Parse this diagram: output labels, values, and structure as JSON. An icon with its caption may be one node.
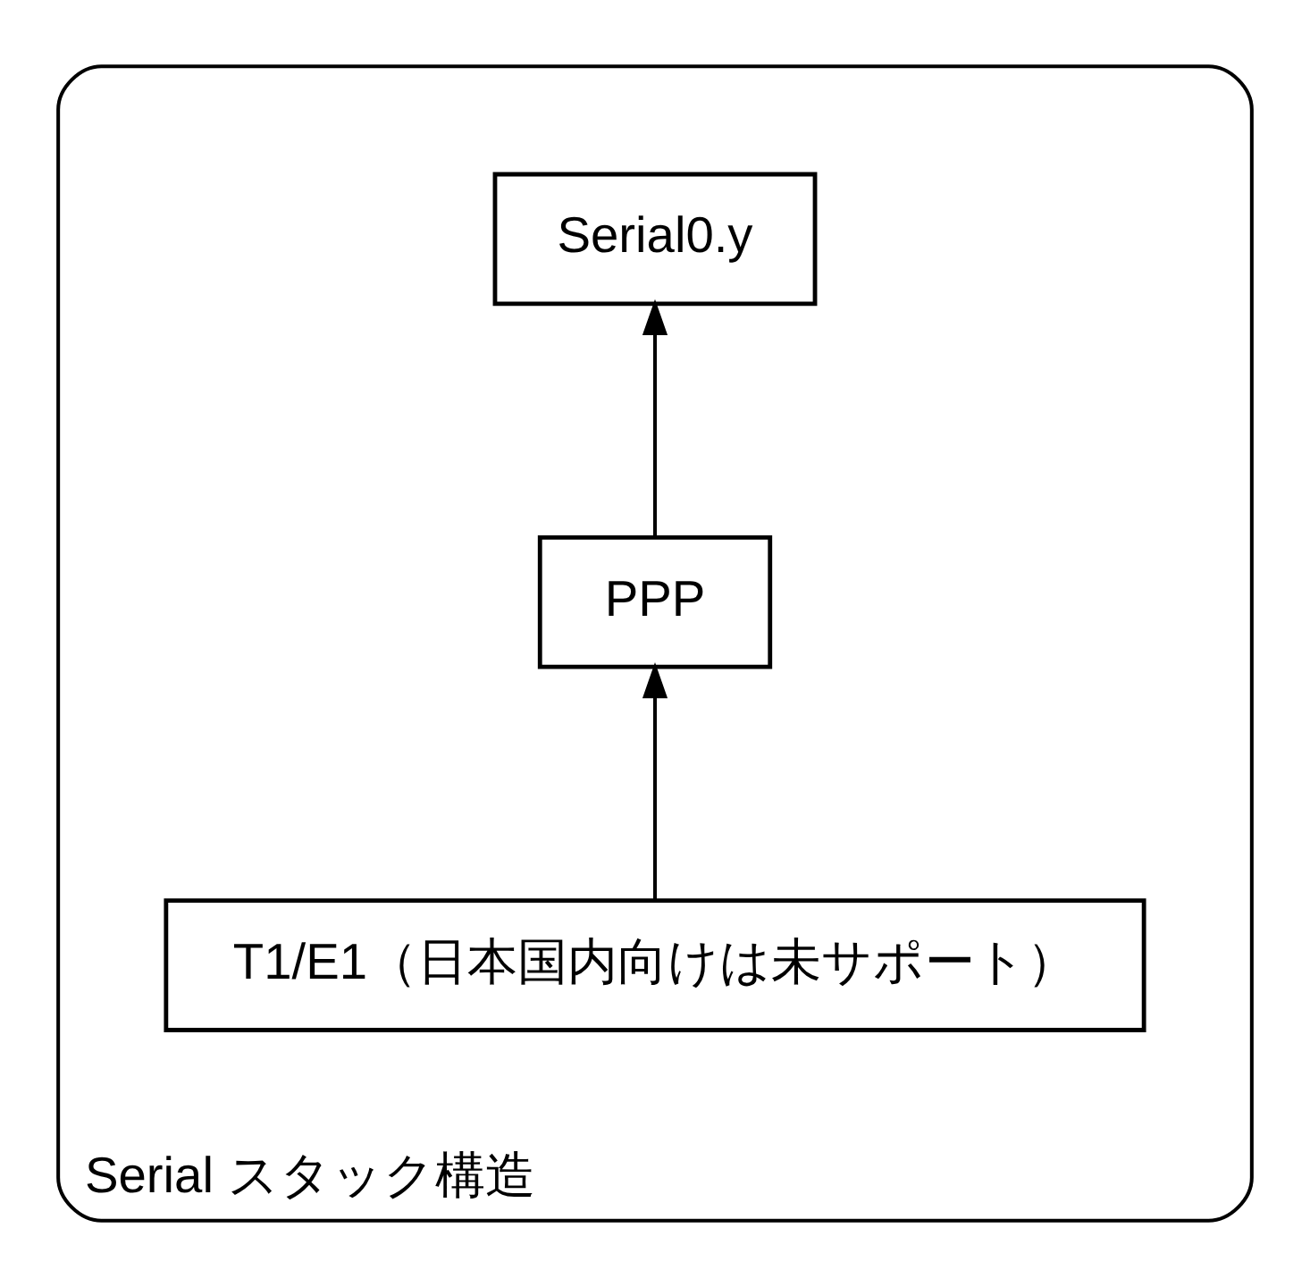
{
  "diagram": {
    "nodes": [
      {
        "text": [
          "Serial スタック構造"
        ]
      },
      {
        "text": [
          "Serial0.y"
        ],
        "in": 0
      },
      {
        "text": [
          "PPP"
        ],
        "in": 0
      },
      {
        "text": [
          "T1/E1（日本国内向けは未サポート）"
        ],
        "in": 0
      }
    ],
    "edges": [
      {
        "from": 3,
        "to": 2,
        "arrow": "to"
      },
      {
        "from": 2,
        "to": 1,
        "arrow": "to"
      }
    ]
  }
}
